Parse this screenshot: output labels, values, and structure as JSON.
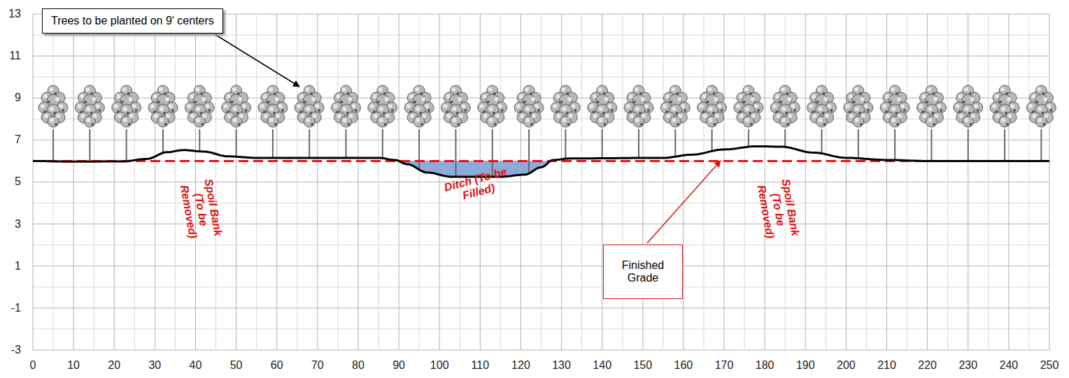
{
  "diagram": {
    "nodes": [
      {
        "text": [
          "Trees to be planted on 9' centers"
        ]
      },
      {
        "text": [
          "Finished Grade"
        ]
      }
    ],
    "labels": [
      "Spoil Bank (To be Removed)",
      "Ditch (To be Filled)",
      "Spoil Bank (To be Removed)",
      "13",
      "11",
      "9",
      "7",
      "5",
      "3",
      "1",
      "-1",
      "-3",
      "0",
      "10",
      "20",
      "30",
      "40",
      "50",
      "60",
      "70",
      "80",
      "90",
      "100",
      "110",
      "120",
      "130",
      "140",
      "150",
      "160",
      "170",
      "180",
      "190",
      "200",
      "210",
      "220",
      "230",
      "240",
      "250"
    ]
  }
}
